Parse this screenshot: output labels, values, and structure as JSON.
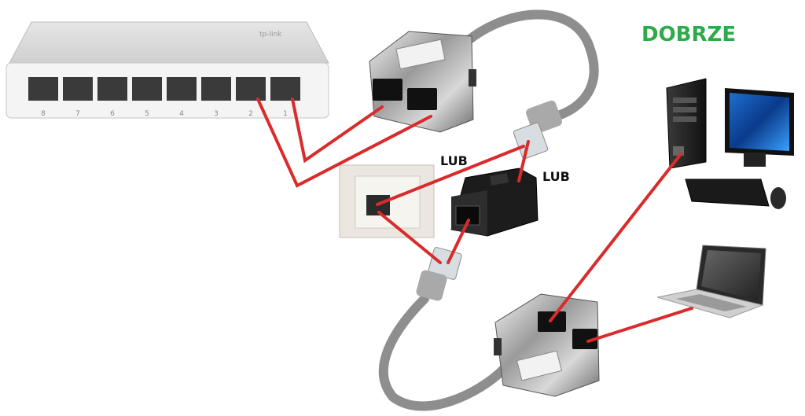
{
  "labels": {
    "status": "DOBRZE",
    "or_left": "LUB",
    "or_right": "LUB"
  },
  "switch": {
    "brand": "tp-link",
    "port_numbers": [
      "8",
      "7",
      "6",
      "5",
      "4",
      "3",
      "2",
      "1"
    ]
  },
  "colors": {
    "status": "#2eaa4a",
    "wire": "#d92b2b",
    "cable": "#8e8e8e",
    "chrome": "#b9b9b9"
  }
}
